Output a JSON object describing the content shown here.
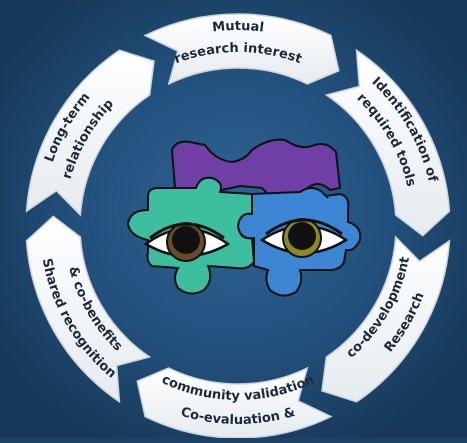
{
  "colors": {
    "background_outer": "#15324f",
    "background_inner": "#2b5b8a",
    "arrow_fill": "#ffffff",
    "arrow_stroke": "#c9d3dc",
    "text": "#1a2a3a",
    "puzzle_left": "#3dbf9f",
    "puzzle_right": "#3d86d4",
    "puzzle_top": "#6f3fa6",
    "puzzle_outline": "#111111"
  },
  "cycle": {
    "stages": [
      {
        "id": "mutual-research-interest",
        "lines": [
          "Mutual",
          "research interest"
        ]
      },
      {
        "id": "identification-of-required-tools",
        "lines": [
          "Identification of",
          "required tools"
        ]
      },
      {
        "id": "research-co-development",
        "lines": [
          "Research",
          "co-development"
        ]
      },
      {
        "id": "co-evaluation-community-validation",
        "lines": [
          "Co-evaluation &",
          "community validation"
        ]
      },
      {
        "id": "shared-recognition-co-benefits",
        "lines": [
          "Shared recognition",
          "& co-benefits"
        ]
      },
      {
        "id": "long-term-relationship",
        "lines": [
          "Long-term",
          "relationship"
        ]
      }
    ]
  },
  "center_graphic": {
    "icons": [
      "puzzle-left-teal-icon",
      "puzzle-right-blue-icon",
      "puzzle-top-purple-icon",
      "eye-left-icon",
      "eye-right-icon"
    ]
  }
}
